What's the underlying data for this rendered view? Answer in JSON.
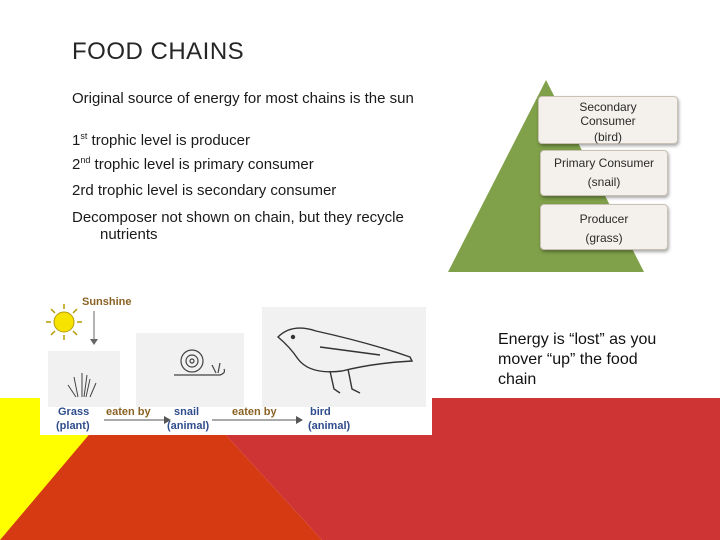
{
  "slide": {
    "title": "FOOD CHAINS",
    "colors": {
      "accent_red": "#cf3434",
      "accent_yellow": "#ffff00",
      "accent_orange": "#d53a12",
      "pyramid_green": "#80a04a"
    }
  },
  "bullets": [
    {
      "pre": "Original source of energy for most chains is the sun"
    },
    {
      "pre": "1",
      "sup": "st",
      "post": " trophic level is producer"
    },
    {
      "pre": "2",
      "sup": "nd",
      "post": " trophic level is primary consumer"
    },
    {
      "pre": "2rd trophic level is secondary consumer"
    },
    {
      "pre": "Decomposer not shown on chain, but they recycle nutrients"
    }
  ],
  "pyramid": {
    "tiers": [
      {
        "line1": "Secondary",
        "line2": "Consumer",
        "line3": "(bird)"
      },
      {
        "line1": "Primary Consumer",
        "line2": "(snail)"
      },
      {
        "line1": "Producer",
        "line2": "(grass)"
      }
    ]
  },
  "energy_note": "Energy is “lost” as you mover “up” the food chain",
  "food_chain_image": {
    "sunshine": "Sunshine",
    "grass": "Grass",
    "plant": "(plant)",
    "eaten_by_1": "eaten by",
    "snail": "snail",
    "snail_type": "(animal)",
    "eaten_by_2": "eaten by",
    "bird": "bird",
    "bird_type": "(animal)"
  }
}
